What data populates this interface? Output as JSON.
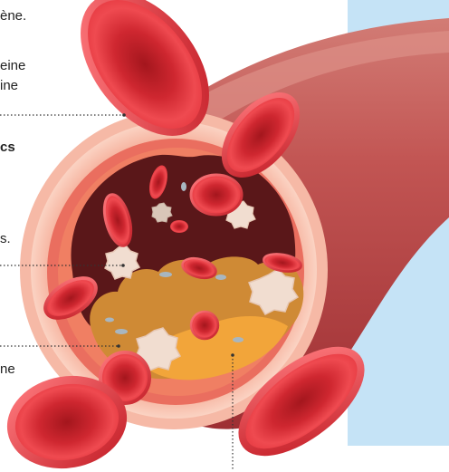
{
  "colors": {
    "panel": "#c5e3f6",
    "cell_red": "#e03a42",
    "vessel_wall": "#b84a4a",
    "plaque_orange": "#cf8a35",
    "fat_yellow": "#f2a53a",
    "lumen_dark": "#5a1719",
    "platelet": "#f1ddd0"
  },
  "text": {
    "line_1": "ène.",
    "line_2": "eine",
    "line_3": "ine",
    "line_4": "cs",
    "line_5": "s.",
    "line_6": "ne"
  },
  "icons": [
    "red-blood-cell-icon",
    "platelet-icon",
    "artery-icon",
    "plaque-icon"
  ]
}
